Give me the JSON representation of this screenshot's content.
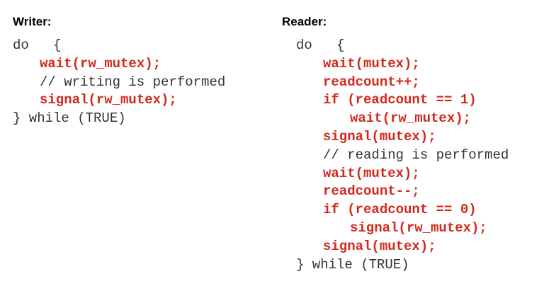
{
  "writer": {
    "heading": "Writer:",
    "lines": [
      {
        "text": "do   {",
        "indent": 0,
        "highlight": false
      },
      {
        "text": "wait(rw_mutex);",
        "indent": 1,
        "highlight": true
      },
      {
        "text": "// writing is performed",
        "indent": 1,
        "highlight": false
      },
      {
        "text": "signal(rw_mutex);",
        "indent": 1,
        "highlight": true
      },
      {
        "text": "} while (TRUE)",
        "indent": 0,
        "highlight": false
      }
    ]
  },
  "reader": {
    "heading": "Reader:",
    "lines": [
      {
        "text": "do   {",
        "indent": 0,
        "highlight": false
      },
      {
        "text": "wait(mutex);",
        "indent": 1,
        "highlight": true
      },
      {
        "text": "readcount++;",
        "indent": 1,
        "highlight": true
      },
      {
        "text": "if (readcount == 1)",
        "indent": 1,
        "highlight": true
      },
      {
        "text": "wait(rw_mutex);",
        "indent": 2,
        "highlight": true
      },
      {
        "text": "signal(mutex);",
        "indent": 1,
        "highlight": true
      },
      {
        "text": "// reading is performed",
        "indent": 1,
        "highlight": false
      },
      {
        "text": "wait(mutex);",
        "indent": 1,
        "highlight": true
      },
      {
        "text": "readcount--;",
        "indent": 1,
        "highlight": true
      },
      {
        "text": "if (readcount == 0)",
        "indent": 1,
        "highlight": true
      },
      {
        "text": "signal(rw_mutex);",
        "indent": 2,
        "highlight": true
      },
      {
        "text": "signal(mutex);",
        "indent": 1,
        "highlight": true
      },
      {
        "text": "} while (TRUE)",
        "indent": 0,
        "highlight": false
      }
    ]
  },
  "colors": {
    "highlight": "#d12a1c",
    "code": "#333333",
    "heading": "#000000"
  }
}
